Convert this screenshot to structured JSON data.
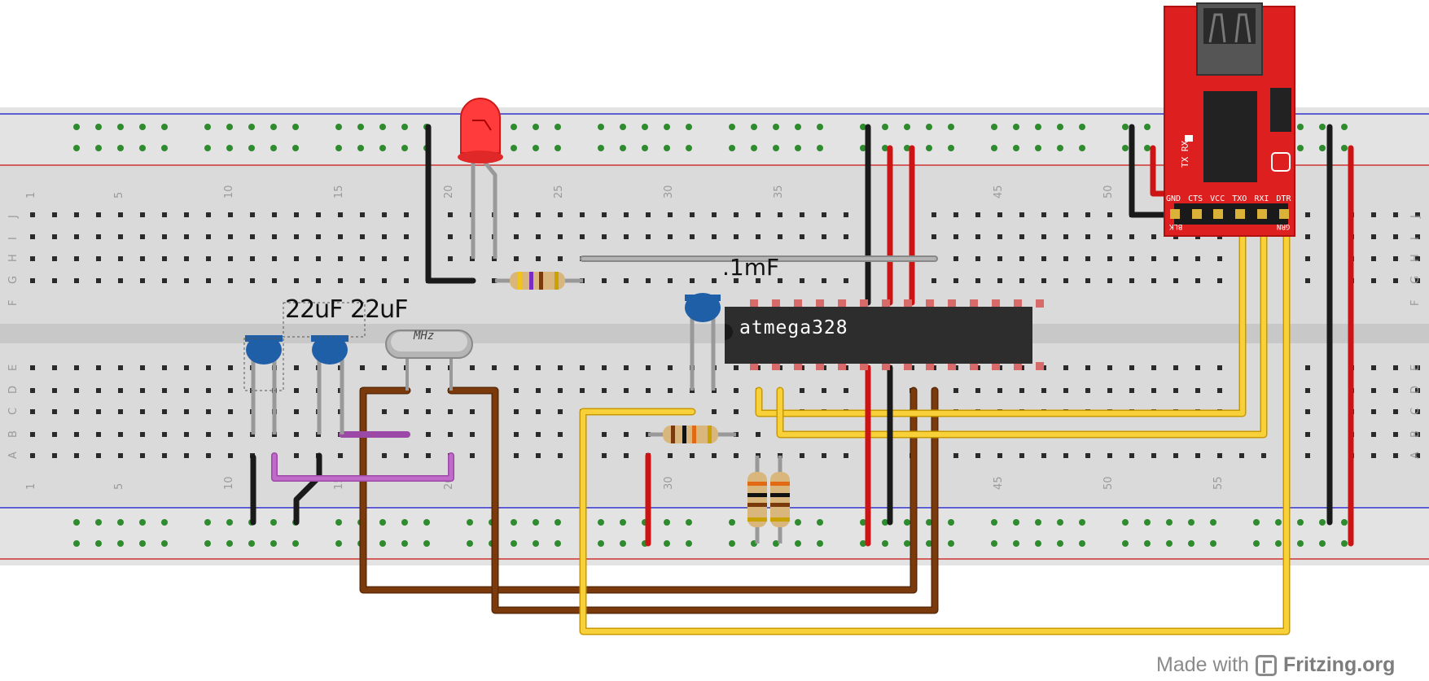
{
  "labels": {
    "capacitor_1": "22uF",
    "capacitor_2": "22uF",
    "small_capacitor": ".1mF",
    "chip": "atmega328",
    "crystal": "MHz"
  },
  "breadboard": {
    "top_column_numbers": [
      "1",
      "5",
      "10",
      "15",
      "20",
      "25",
      "30",
      "35",
      "45",
      "50"
    ],
    "bottom_column_numbers": [
      "1",
      "5",
      "10",
      "15",
      "20",
      "30",
      "35",
      "45",
      "50",
      "55"
    ],
    "top_row_letters": [
      "J",
      "I",
      "H",
      "G",
      "F"
    ],
    "bottom_row_letters": [
      "E",
      "D",
      "C",
      "B",
      "A"
    ]
  },
  "ftdi": {
    "title": "FTDI Basic",
    "tx_rx": "TX RX",
    "pins": "GND CTS VCC TXO RXI DTR",
    "blk": "BLK",
    "grn": "GRN"
  },
  "watermark": {
    "prefix": "Made with",
    "brand": "Fritzing.org"
  },
  "colors": {
    "board": "#d9d9d9",
    "wire_black": "#1a1a1a",
    "wire_red": "#cc1414",
    "wire_yellow": "#f2c318",
    "wire_brown": "#7a3a0c",
    "wire_purple": "#b05ab8",
    "chip": "#2d2d2d",
    "ftdi_board": "#dd1f1f",
    "led": "#ff3b3b",
    "capacitor": "#1f5fa8"
  }
}
